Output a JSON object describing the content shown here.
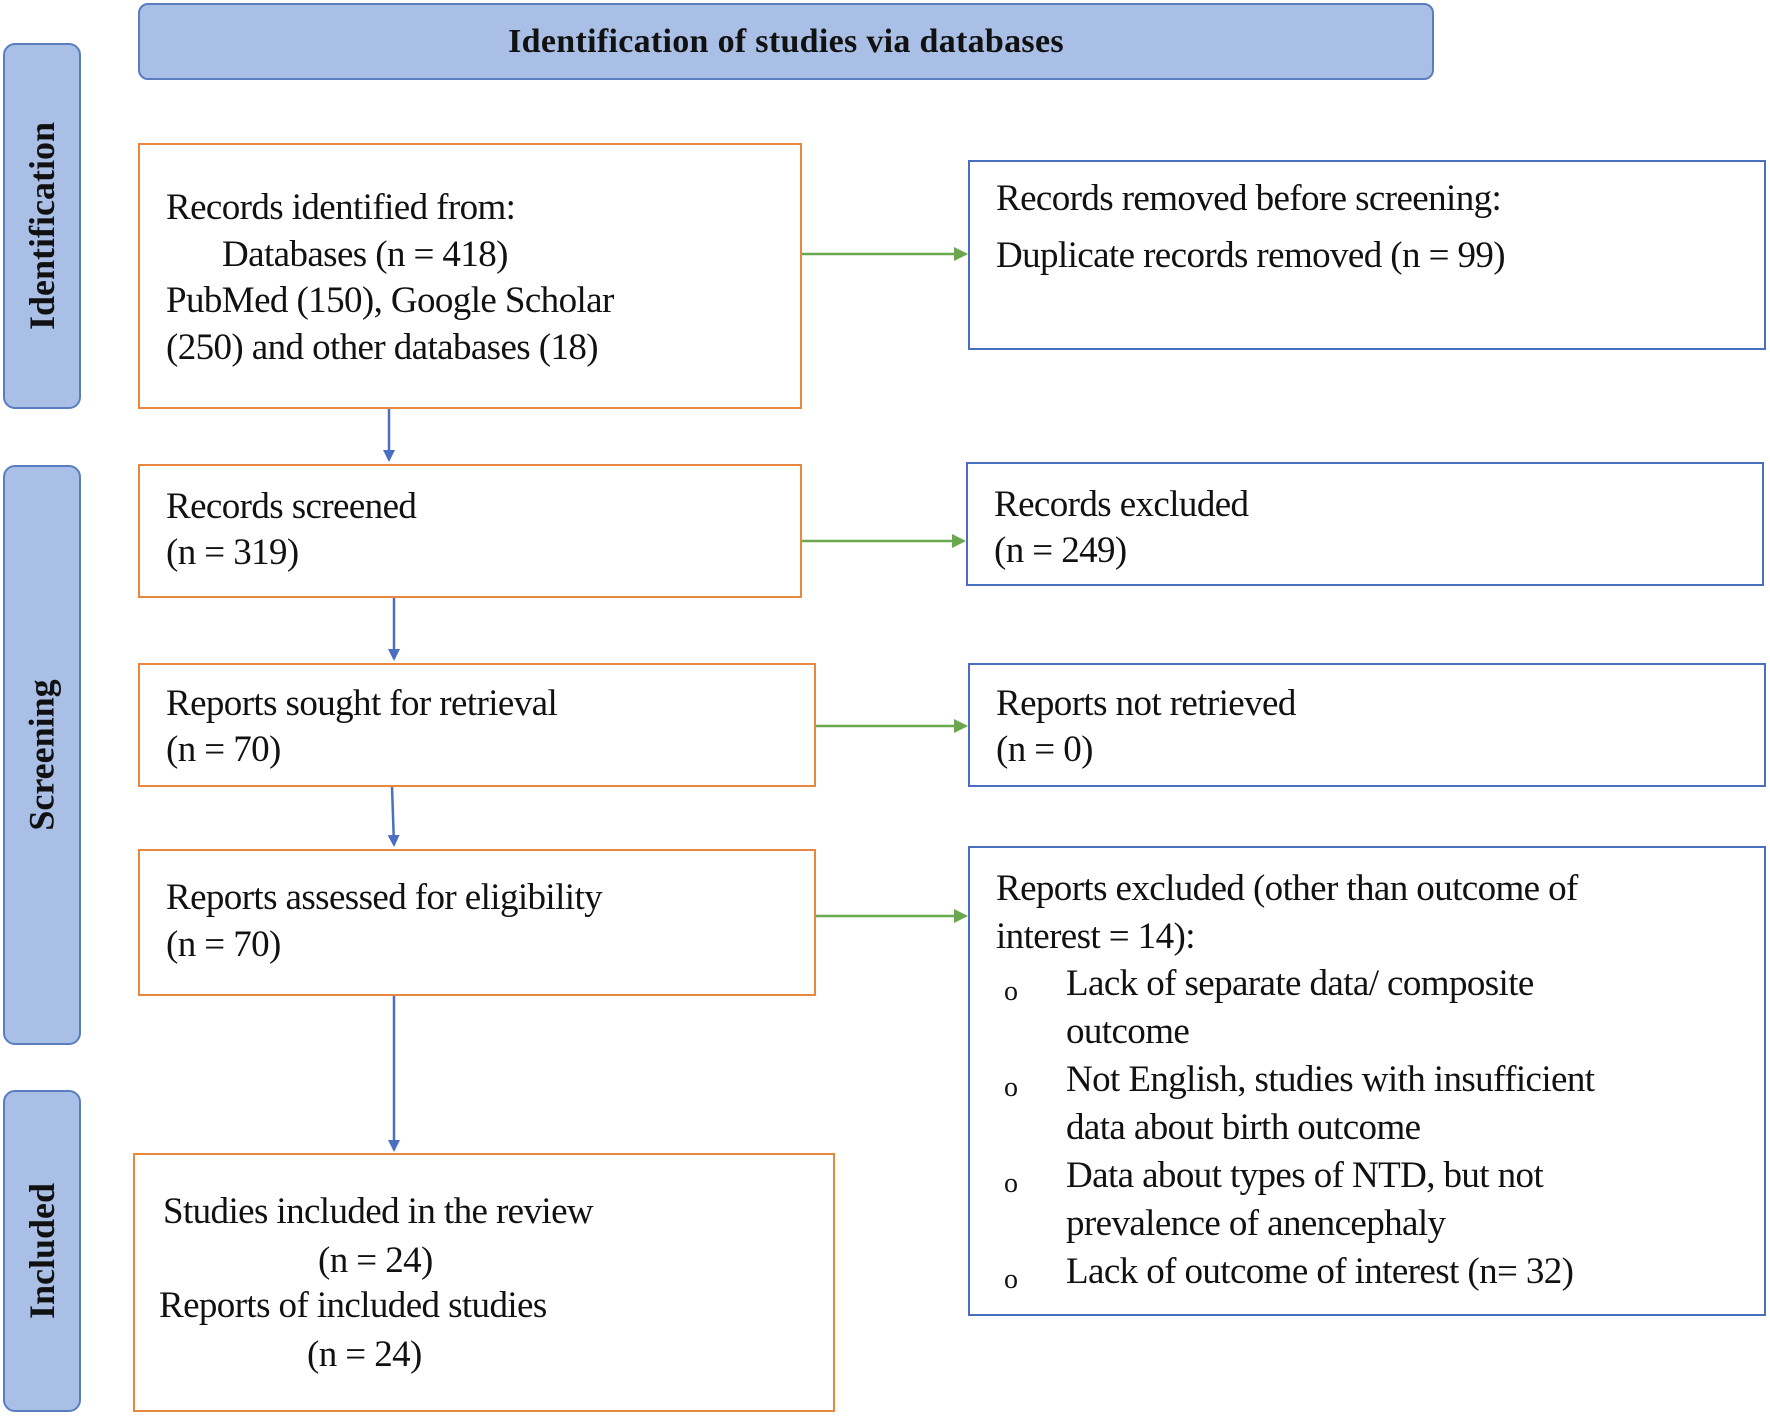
{
  "header": {
    "title": "Identification of studies via databases"
  },
  "phases": {
    "identification": "Identification",
    "screening": "Screening",
    "included": "Included"
  },
  "identified": {
    "line1": "Records identified from:",
    "line2": "Databases (n = 418)",
    "line3": "PubMed (150), Google Scholar",
    "line4": "(250) and other databases (18)"
  },
  "removed": {
    "line1": "Records removed before screening:",
    "line2": "Duplicate records removed (n = 99)"
  },
  "screened": {
    "line1": "Records screened",
    "line2": "(n = 319)"
  },
  "excluded": {
    "line1": "Records excluded",
    "line2": "(n = 249)"
  },
  "sought": {
    "line1": "Reports sought for retrieval",
    "line2": "(n = 70)"
  },
  "not_retrieved": {
    "line1": "Reports not retrieved",
    "line2": "(n = 0)"
  },
  "assessed": {
    "line1": "Reports assessed for eligibility",
    "line2": "(n = 70)"
  },
  "reports_excluded": {
    "line1": "Reports excluded (other than outcome of",
    "line2": "interest = 14):",
    "bullet": "o",
    "items": [
      {
        "l1": "Lack of separate data/ composite",
        "l2": "outcome"
      },
      {
        "l1": "Not English, studies with insufficient",
        "l2": "data about birth outcome"
      },
      {
        "l1": "Data about types of NTD, but not",
        "l2": "prevalence of anencephaly"
      },
      {
        "l1": "Lack of outcome of interest (n= 32)"
      }
    ]
  },
  "included": {
    "line1": "Studies included in the review",
    "line2": "(n = 24)",
    "line3": "Reports of included studies",
    "line4": "(n = 24)"
  },
  "colors": {
    "phase_fill": "#a9bfe6",
    "phase_border": "#5a7dc0",
    "orange_border": "#e8873e",
    "blue_border": "#4a6fc1",
    "down_arrow": "#4a6fc1",
    "right_arrow": "#6aa84f"
  }
}
